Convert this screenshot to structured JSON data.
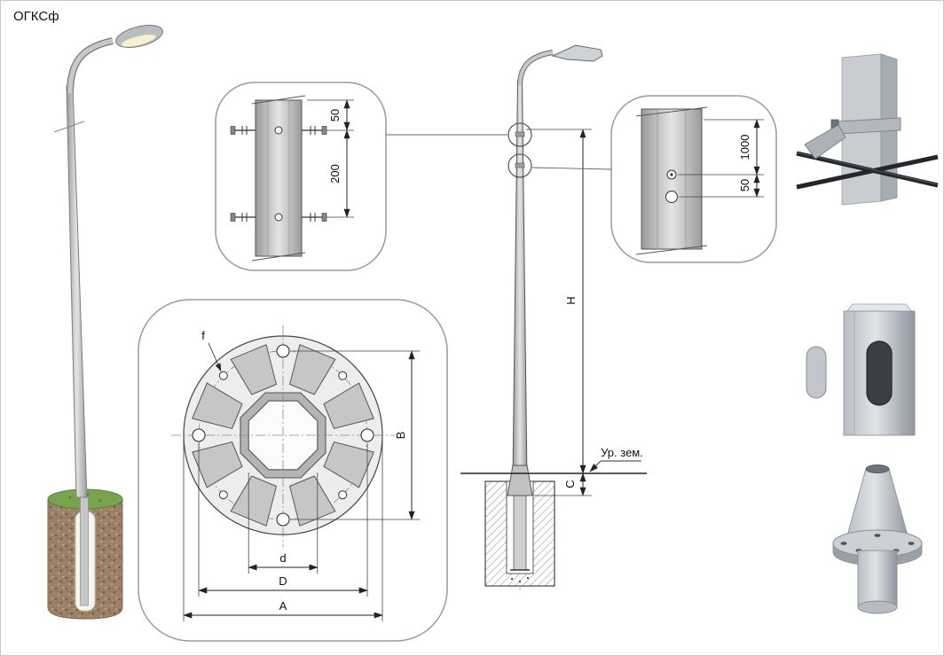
{
  "title": "ОГКСф",
  "detail_top": {
    "dim_top": "50",
    "dim_bottom": "200"
  },
  "detail_right": {
    "dim_top": "1000",
    "dim_bottom": "50"
  },
  "flange": {
    "f": "f",
    "B": "B",
    "d": "d",
    "D": "D",
    "A": "A"
  },
  "elevation": {
    "H": "H",
    "C": "C",
    "ground": "Ур. зем."
  },
  "colors": {
    "metal": "#c6c6c6",
    "soil": "#9b8166",
    "grass": "#79a44f",
    "line": "#222222"
  }
}
